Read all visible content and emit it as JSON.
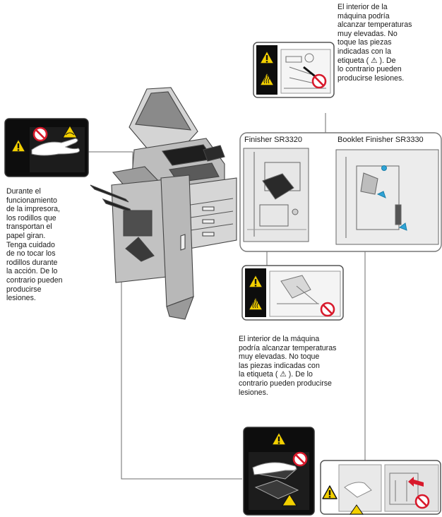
{
  "texts": {
    "top_warning": "El interior de la\nmáquina podría\nalcanzar temperaturas\nmuy elevadas. No\ntoque las piezas\nindicadas con la\netiqueta ( ⚠ ). De\nlo contrario pueden\nproducirse lesiones.",
    "left_warning": "Durante el\nfuncionamiento\nde la impresora,\nlos rodillos que\ntransportan el\npapel giran.\nTenga cuidado\nde no tocar los\nrodillos durante\nla acción. De lo\ncontrario pueden\nproducirse\nlesiones.",
    "middle_warning": "El interior de la máquina\npodría alcanzar temperaturas\nmuy elevadas. No toque\nlas piezas indicadas con\nla etiqueta ( ⚠ ). De lo\ncontrario pueden producirse\nlesiones."
  },
  "finishers": {
    "left_label": "Finisher SR3320",
    "right_label": "Booklet Finisher SR3330"
  },
  "colors": {
    "warning_yellow": "#f3d000",
    "prohibition_red": "#d8192b",
    "label_black": "#0d0d0d",
    "machine_gray": "#c9c9c9",
    "line": "#6e6e6e"
  },
  "icons": [
    "warning-triangle-icon",
    "hot-surface-icon",
    "no-touch-icon",
    "pinch-hazard-icon",
    "arrow-icon"
  ]
}
